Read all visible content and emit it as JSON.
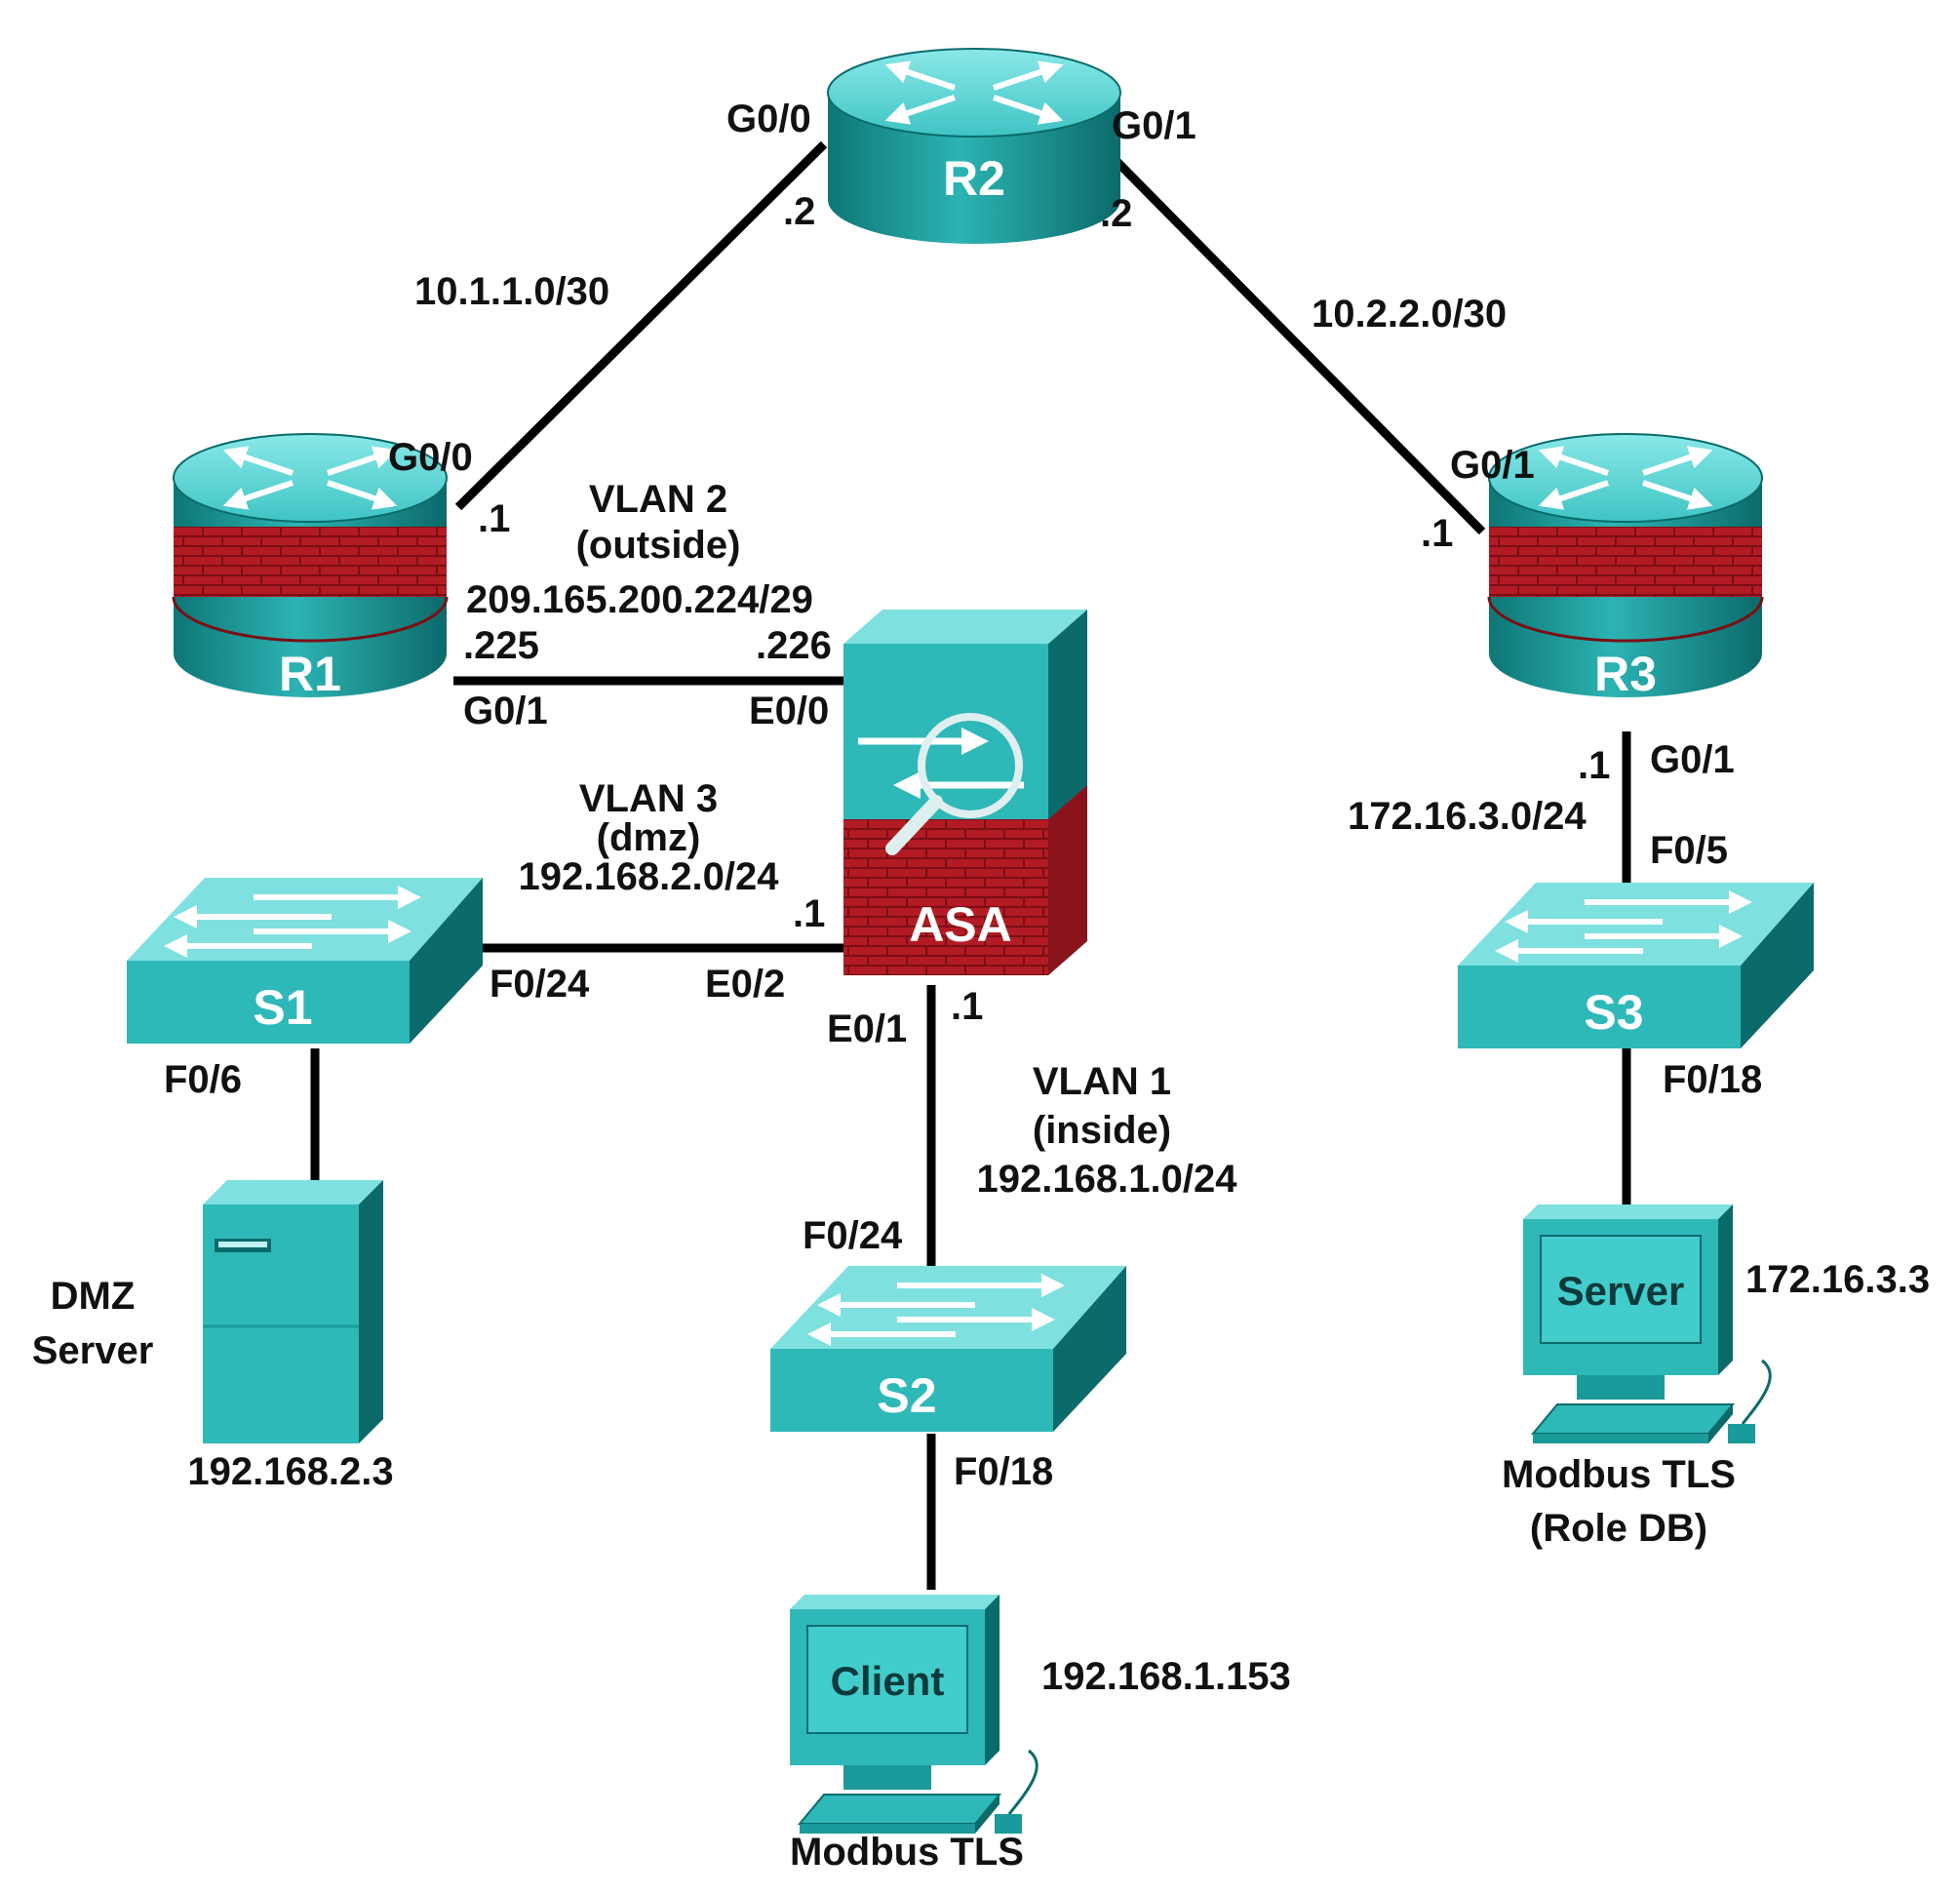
{
  "colors": {
    "device_top": "#5fd6d6",
    "device_side": "#1a9a9a",
    "device_dark": "#0b6b6b",
    "firewall_red": "#b31b24",
    "link": "#000000"
  },
  "icons": {
    "router": "router-icon",
    "firewall_router": "firewall-router-icon",
    "switch": "switch-icon",
    "asa": "asa-firewall-icon",
    "server": "server-tower-icon",
    "workstation": "workstation-icon"
  },
  "devices": {
    "r1": "R1",
    "r2": "R2",
    "r3": "R3",
    "asa": "ASA",
    "s1": "S1",
    "s2": "S2",
    "s3": "S3",
    "client_screen": "Client",
    "server_screen": "Server"
  },
  "links": {
    "r1_r2": {
      "net": "10.1.1.0/30",
      "r2_port": "G0/0",
      "r2_host": ".2",
      "r1_port": "G0/0",
      "r1_host": ".1"
    },
    "r2_r3": {
      "net": "10.2.2.0/30",
      "r2_port": "G0/1",
      "r2_host": ".2",
      "r3_port": "G0/1",
      "r3_host": ".1"
    },
    "r1_asa": {
      "vlan": "VLAN 2",
      "zone": "(outside)",
      "net": "209.165.200.224/29",
      "r1_host": ".225",
      "r1_port": "G0/1",
      "asa_host": ".226",
      "asa_port": "E0/0"
    },
    "s1_asa": {
      "vlan": "VLAN 3",
      "zone": "(dmz)",
      "net": "192.168.2.0/24",
      "asa_host": ".1",
      "s1_port": "F0/24",
      "asa_port": "E0/2"
    },
    "asa_s2": {
      "asa_port": "E0/1",
      "asa_host": ".1",
      "vlan": "VLAN 1",
      "zone": "(inside)",
      "net": "192.168.1.0/24",
      "s2_port": "F0/24"
    },
    "s1_dmz": {
      "s1_port": "F0/6"
    },
    "s2_client": {
      "s2_port": "F0/18"
    },
    "r3_s3": {
      "r3_host": ".1",
      "r3_port": "G0/1",
      "net": "172.16.3.0/24",
      "s3_port": "F0/5"
    },
    "s3_server": {
      "s3_port": "F0/18"
    }
  },
  "hosts": {
    "dmz_name_1": "DMZ",
    "dmz_name_2": "Server",
    "dmz_ip": "192.168.2.3",
    "client_ip": "192.168.1.153",
    "client_caption": "Modbus TLS",
    "server_ip": "172.16.3.3",
    "server_caption_1": "Modbus TLS",
    "server_caption_2": "(Role DB)"
  }
}
